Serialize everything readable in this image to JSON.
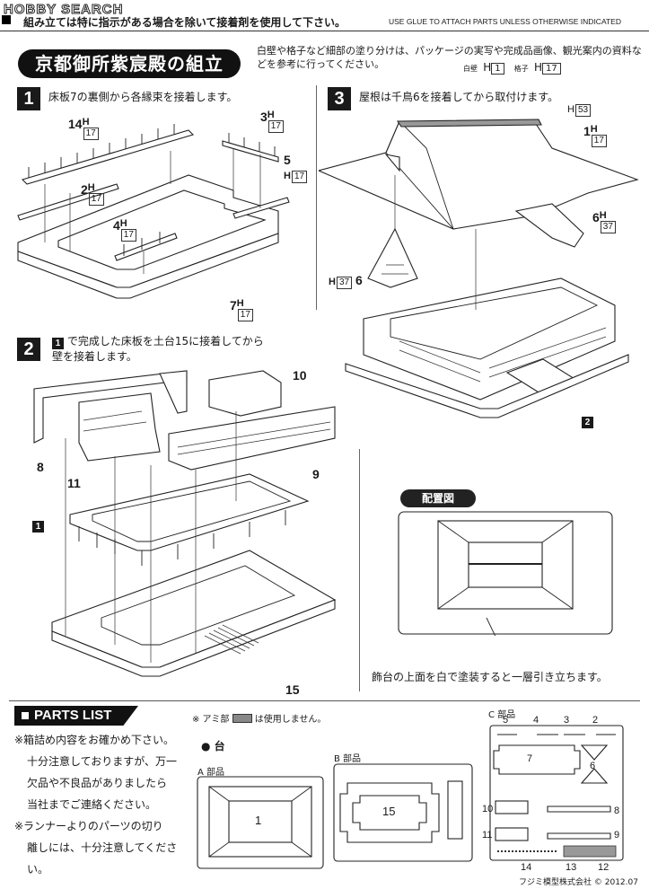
{
  "header": {
    "watermark": "HOBBY SEARCH",
    "jp_notice": "組み立ては特に指示がある場合を除いて接着剤を使用して下さい。",
    "en_notice": "USE GLUE TO ATTACH PARTS UNLESS OTHERWISE INDICATED"
  },
  "title": {
    "text": "京都御所紫宸殿の組立",
    "note": "白壁や格子など細部の塗り分けは、パッケージの実写や完成品画像、観光案内の資料などを参考に行ってください。",
    "paint_white_label": "白壁",
    "paint_white_code": "1",
    "paint_lattice_label": "格子",
    "paint_lattice_code": "17",
    "paint_prefix": "H"
  },
  "step1": {
    "number": "1",
    "text": "床板7の裏側から各縁束を接着します。",
    "labels": [
      {
        "n": "14",
        "code": "17"
      },
      {
        "n": "3",
        "code": "17"
      },
      {
        "n": "5",
        "code": "17"
      },
      {
        "n": "2",
        "code": "17"
      },
      {
        "n": "4",
        "code": "17"
      },
      {
        "n": "7",
        "code": "17"
      }
    ]
  },
  "step2": {
    "number": "2",
    "ref": "1",
    "text_a": "で完成した床板を土台15に接着してから",
    "text_b": "壁を接着します。",
    "labels": [
      "10",
      "8",
      "11",
      "9",
      "1",
      "15"
    ]
  },
  "step3": {
    "number": "3",
    "text": "屋根は千鳥6を接着してから取付けます。",
    "labels": [
      {
        "n": "",
        "code": "53"
      },
      {
        "n": "1",
        "code": "17"
      },
      {
        "n": "6",
        "code": "37"
      },
      {
        "n": "6",
        "code": "37"
      },
      {
        "n": "2",
        "code": ""
      }
    ]
  },
  "layout": {
    "title": "配置図",
    "caption": "飾台の上面を白で塗装すると一層引き立ちます。"
  },
  "parts": {
    "heading": "PARTS LIST",
    "mesh_note_pre": "※ アミ部",
    "mesh_note_post": "は使用しません。",
    "notes": [
      "※箱詰め内容をお確かめ下さい。",
      "十分注意しておりますが、万一",
      "欠品や不良品がありましたら",
      "当社までご連絡ください。",
      "※ランナーよりのパーツの切り",
      "離しには、十分注意してくださ",
      "い。"
    ],
    "base_label": "● 台",
    "a_label": "A 部品",
    "a_part": "1",
    "b_label": "B 部品",
    "b_part": "15",
    "c_label": "C 部品",
    "c_parts": [
      "5",
      "4",
      "3",
      "2",
      "7",
      "6",
      "10",
      "8",
      "11",
      "9",
      "14",
      "13",
      "12"
    ]
  },
  "footer": {
    "company": "フジミ模型株式会社",
    "copyright": "© 2012.07"
  }
}
